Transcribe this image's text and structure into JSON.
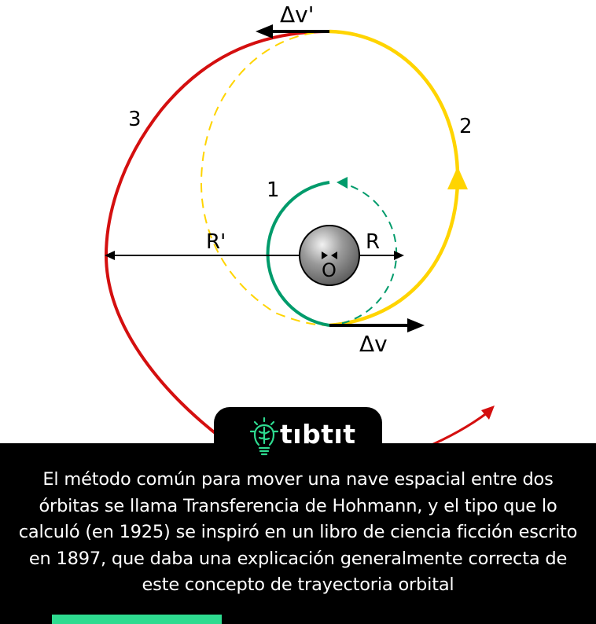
{
  "diagram": {
    "labels": {
      "orbit_1": "1",
      "orbit_2": "2",
      "orbit_3": "3",
      "radius_outer": "R'",
      "radius_inner": "R",
      "center": "O",
      "delta_v": "Δv",
      "delta_v_prime": "Δv'"
    },
    "colors": {
      "initial_orbit": "#009b6b",
      "transfer_orbit": "#ffd400",
      "final_orbit": "#d40f0f",
      "planet": "#8a8a8a",
      "text": "#000000"
    }
  },
  "brand": {
    "name": "tıbtıt",
    "logo_icon": "lightbulb-brain-icon",
    "accent": "#2edb90"
  },
  "caption": {
    "text": "El método común para mover una nave espacial entre dos órbitas se llama Transferencia de Hohmann, y el tipo que lo calculó (en 1925) se inspiró en un libro de ciencia ficción escrito en 1897, que daba una explicación generalmente correcta de este concepto de trayectoria orbital"
  }
}
